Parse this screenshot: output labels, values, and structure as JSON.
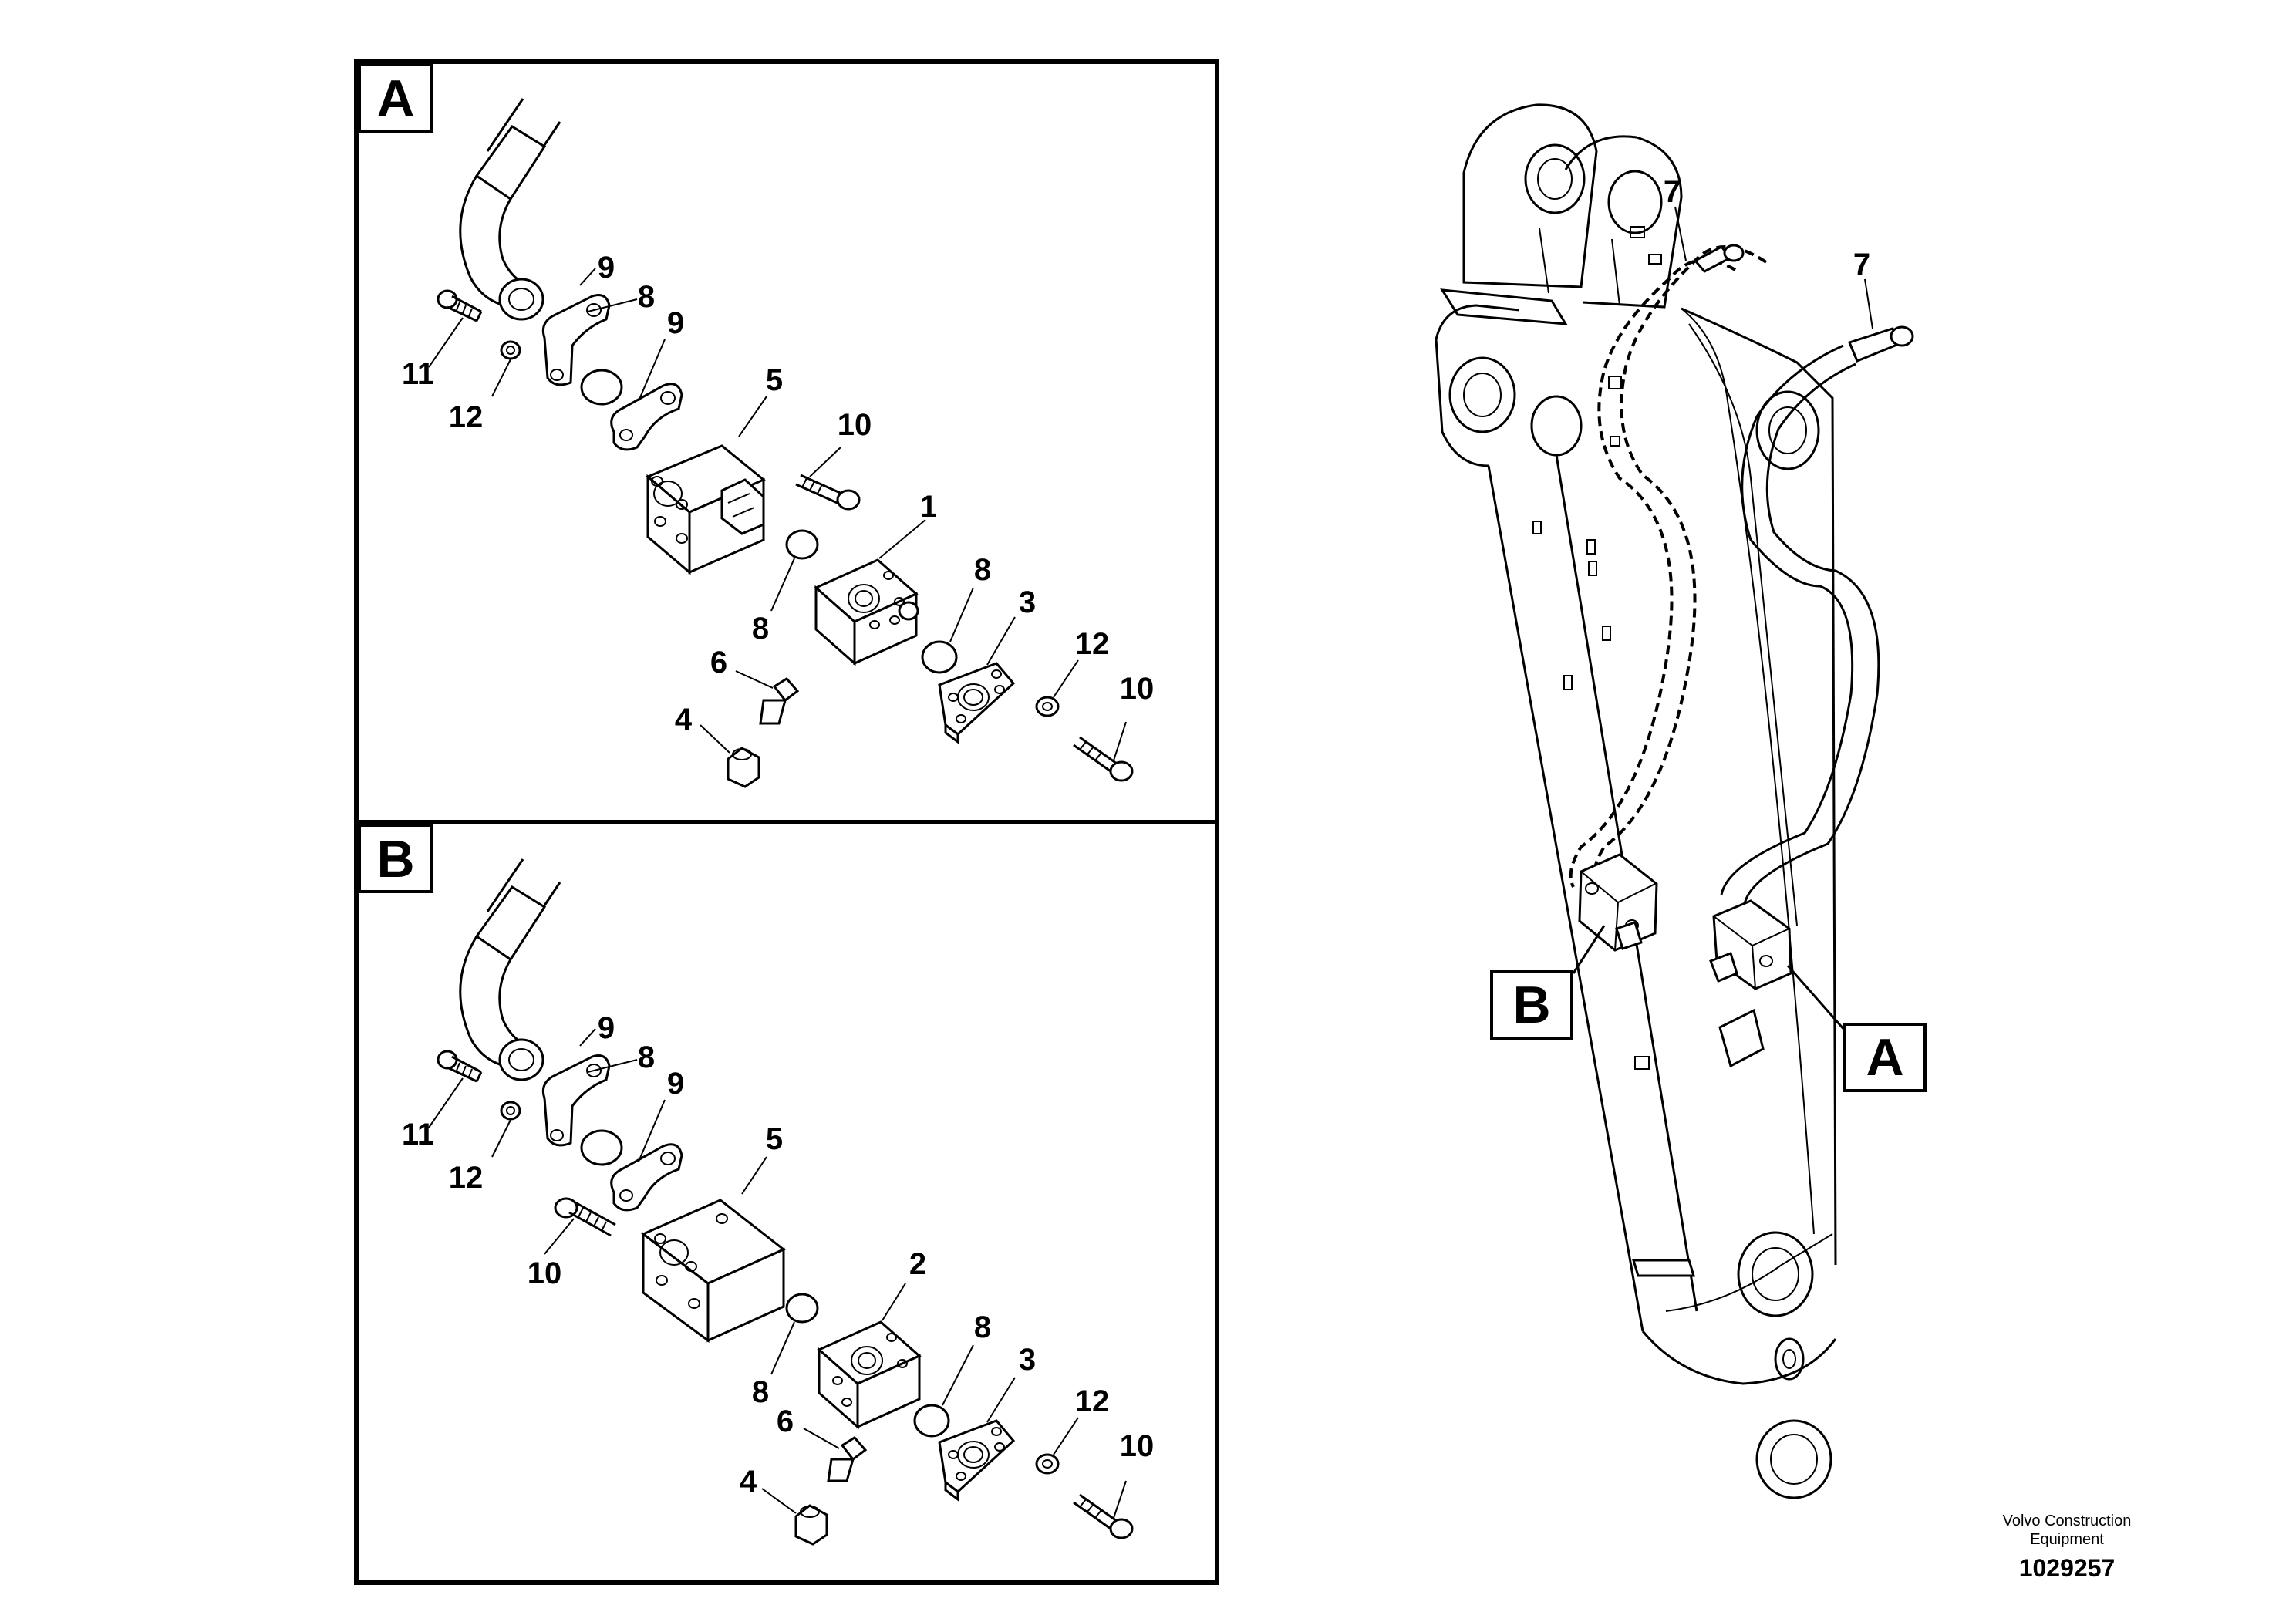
{
  "detail_boxes": [
    {
      "letter": "A"
    },
    {
      "letter": "B"
    }
  ],
  "callouts": {
    "overview_a": "A",
    "overview_b": "B"
  },
  "labels_a": {
    "n9a": "9",
    "n8a": "8",
    "n9b": "9",
    "n11": "11",
    "n12a": "12",
    "n5": "5",
    "n10a": "10",
    "n1": "1",
    "n8b": "8",
    "n8c": "8",
    "n3": "3",
    "n12b": "12",
    "n10b": "10",
    "n6": "6",
    "n4": "4"
  },
  "labels_b": {
    "n9a": "9",
    "n8a": "8",
    "n9b": "9",
    "n11": "11",
    "n12a": "12",
    "n5": "5",
    "n10a": "10",
    "n2": "2",
    "n8b": "8",
    "n8c": "8",
    "n3": "3",
    "n12b": "12",
    "n10b": "10",
    "n6": "6",
    "n4": "4"
  },
  "overview_labels": {
    "hose_left": "7",
    "hose_right": "7"
  },
  "footer": {
    "brand_line1": "Volvo Construction",
    "brand_line2": "Equipment",
    "doc_number": "1029257"
  }
}
